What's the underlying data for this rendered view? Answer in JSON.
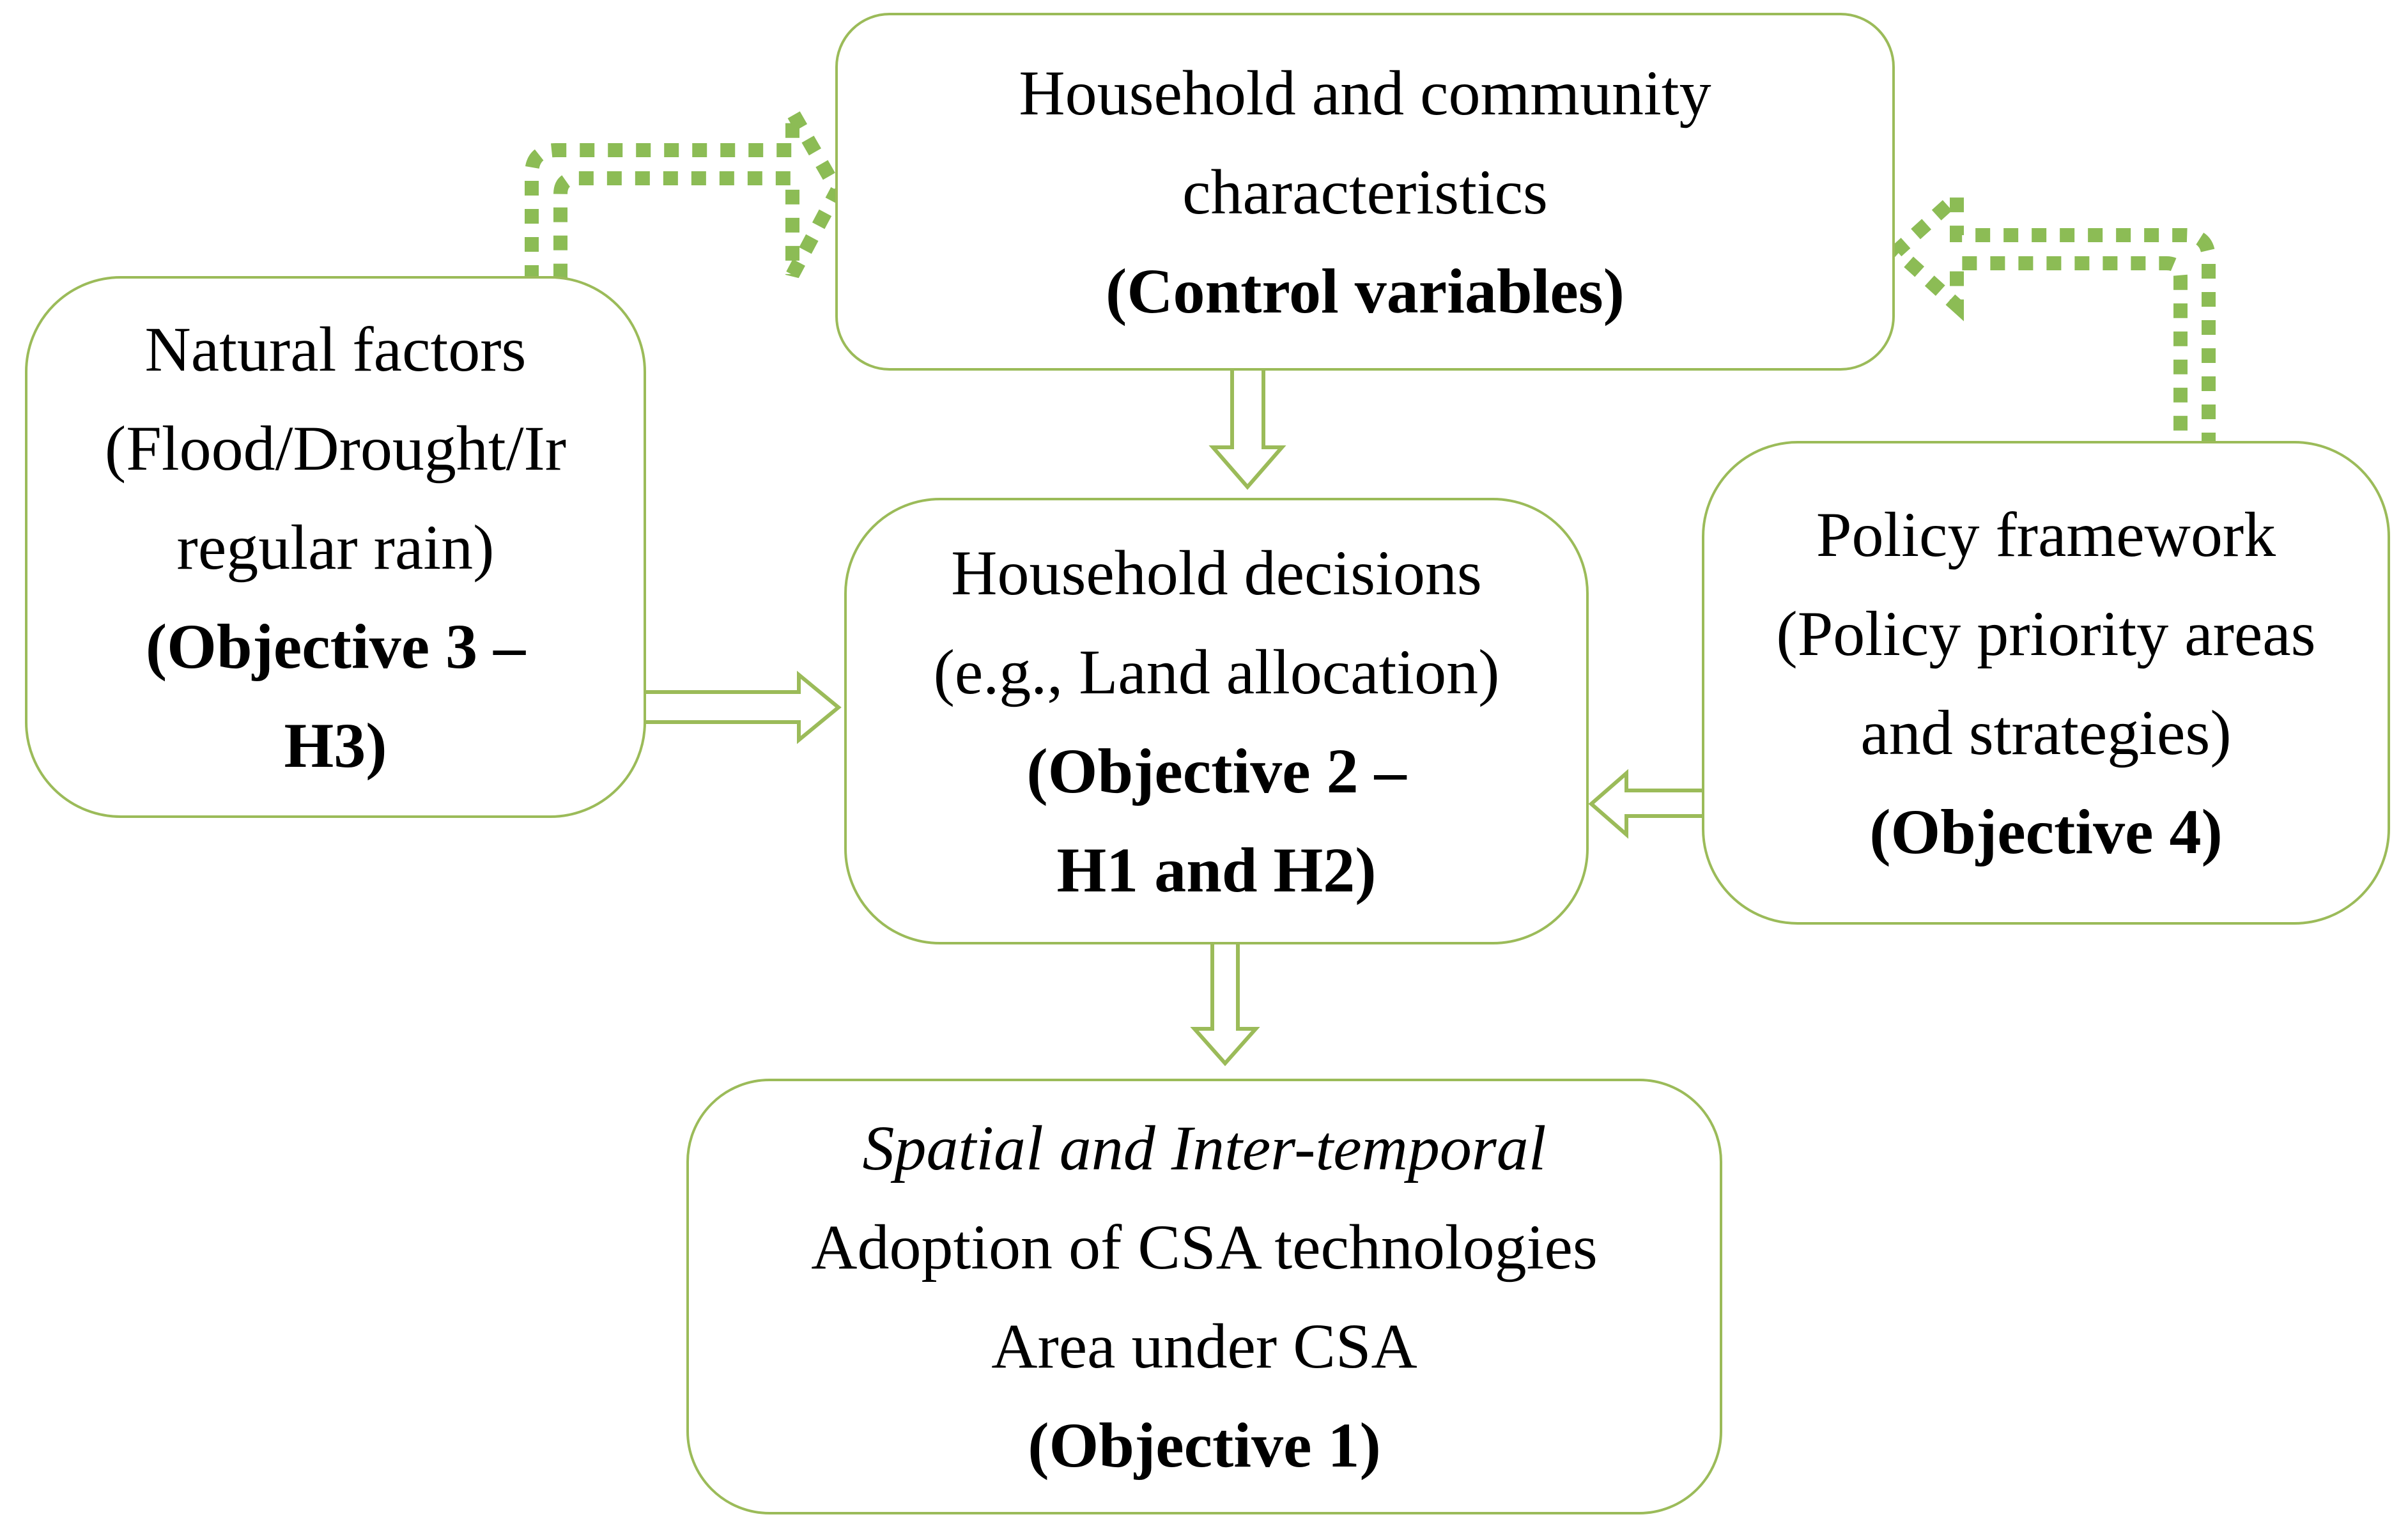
{
  "figure": {
    "kind": "conceptual-framework-flow-diagram",
    "background_color": "#ffffff",
    "box_border_color": "#9bbb59",
    "dashed_arrow_color": "#8cbc55",
    "solid_arrow_outline_color": "#9bbb59",
    "text_color": "#000000"
  },
  "boxes": {
    "household_community": {
      "lines": [
        "Household and community",
        "characteristics",
        "(Control variables)"
      ]
    },
    "natural_factors": {
      "lines": [
        "Natural factors",
        "(Flood/Drought/Ir",
        "regular rain)",
        "(Objective 3 –",
        "H3)"
      ]
    },
    "household_decisions": {
      "lines": [
        "Household decisions",
        "(e.g., Land allocation)",
        "(Objective 2 –",
        "H1 and H2)"
      ]
    },
    "policy_framework": {
      "lines": [
        "Policy framework",
        "(Policy priority areas",
        "and strategies)",
        "(Objective 4)"
      ]
    },
    "csa_adoption": {
      "lines": [
        "Spatial and Inter-temporal",
        "Adoption of CSA technologies",
        "Area under CSA",
        "(Objective 1)"
      ]
    }
  },
  "arrows": [
    {
      "from": "household_community",
      "to": "household_decisions",
      "style": "solid-outline",
      "direction": "down"
    },
    {
      "from": "natural_factors",
      "to": "household_decisions",
      "style": "solid-outline",
      "direction": "right"
    },
    {
      "from": "policy_framework",
      "to": "household_decisions",
      "style": "solid-outline",
      "direction": "left"
    },
    {
      "from": "household_decisions",
      "to": "csa_adoption",
      "style": "solid-outline",
      "direction": "down"
    },
    {
      "from": "natural_factors",
      "to": "household_community",
      "style": "dashed-outline",
      "direction": "up-right"
    },
    {
      "from": "policy_framework",
      "to": "household_community",
      "style": "dashed-outline",
      "direction": "up-left"
    }
  ]
}
